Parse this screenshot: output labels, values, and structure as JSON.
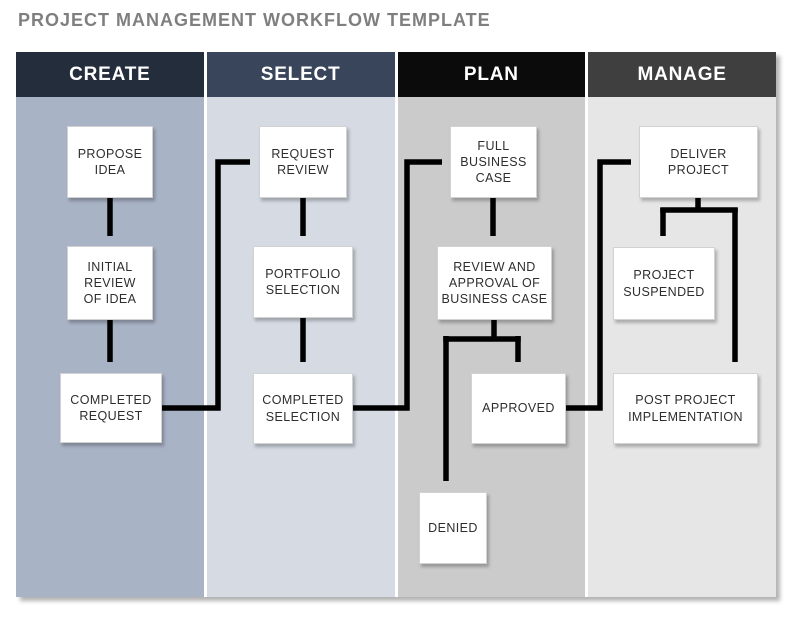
{
  "title": "PROJECT MANAGEMENT WORKFLOW TEMPLATE",
  "title_color": "#7f7f7f",
  "arrow_color": "#000000",
  "node_bg": "#ffffff",
  "columns": [
    {
      "label": "CREATE",
      "header_bg": "#242d3c",
      "body_bg": "#a9b3c6"
    },
    {
      "label": "SELECT",
      "header_bg": "#39455a",
      "body_bg": "#d5dae3"
    },
    {
      "label": "PLAN",
      "header_bg": "#0b0b0b",
      "body_bg": "#cbcbcb"
    },
    {
      "label": "MANAGE",
      "header_bg": "#3f3f3f",
      "body_bg": "#e6e6e6"
    }
  ],
  "nodes": [
    {
      "id": "propose-idea",
      "column": "CREATE",
      "label": "PROPOSE\nIDEA"
    },
    {
      "id": "initial-review-of-idea",
      "column": "CREATE",
      "label": "INITIAL\nREVIEW\nOF IDEA"
    },
    {
      "id": "completed-request",
      "column": "CREATE",
      "label": "COMPLETED\nREQUEST"
    },
    {
      "id": "request-review",
      "column": "SELECT",
      "label": "REQUEST\nREVIEW"
    },
    {
      "id": "portfolio-selection",
      "column": "SELECT",
      "label": "PORTFOLIO\nSELECTION"
    },
    {
      "id": "completed-selection",
      "column": "SELECT",
      "label": "COMPLETED\nSELECTION"
    },
    {
      "id": "full-business-case",
      "column": "PLAN",
      "label": "FULL\nBUSINESS\nCASE"
    },
    {
      "id": "review-approval-business-case",
      "column": "PLAN",
      "label": "REVIEW AND\nAPPROVAL OF\nBUSINESS CASE"
    },
    {
      "id": "approved",
      "column": "PLAN",
      "label": "APPROVED"
    },
    {
      "id": "denied",
      "column": "PLAN",
      "label": "DENIED"
    },
    {
      "id": "deliver-project",
      "column": "MANAGE",
      "label": "DELIVER\nPROJECT"
    },
    {
      "id": "project-suspended",
      "column": "MANAGE",
      "label": "PROJECT\nSUSPENDED"
    },
    {
      "id": "post-project-implementation",
      "column": "MANAGE",
      "label": "POST PROJECT\nIMPLEMENTATION"
    }
  ]
}
